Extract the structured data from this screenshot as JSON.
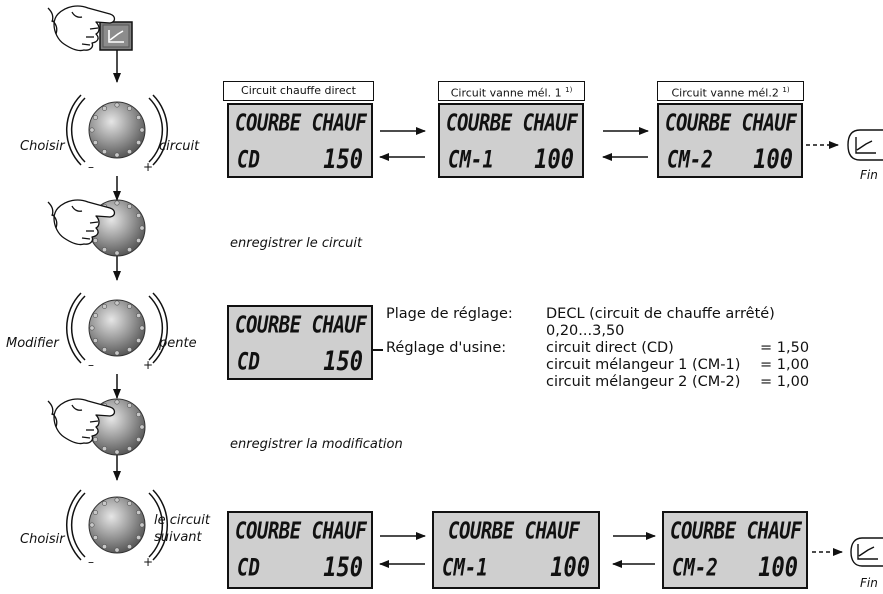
{
  "steps": {
    "choose_circuit_left": "Choisir",
    "choose_circuit_right": "circuit",
    "save_circuit": "enregistrer le circuit",
    "modify_left": "Modifier",
    "modify_right": "pente",
    "save_modification": "enregistrer la modification",
    "next_left": "Choisir",
    "next_right_1": "le circuit",
    "next_right_2": "suivant",
    "knob_minus": "–",
    "knob_plus": "+"
  },
  "circuits": [
    {
      "caption": "Circuit chauffe direct",
      "sup": "",
      "lcd_title": "COURBE CHAUF",
      "lcd_code": "CD",
      "lcd_value": "150"
    },
    {
      "caption": "Circuit vanne mél. 1",
      "sup": "1)",
      "lcd_title": "COURBE CHAUF",
      "lcd_code": "CM-1",
      "lcd_value": "100"
    },
    {
      "caption": "Circuit vanne mél.2",
      "sup": "1)",
      "lcd_title": "COURBE CHAUF",
      "lcd_code": "CM-2",
      "lcd_value": "100"
    }
  ],
  "modify_lcd": {
    "lcd_title": "COURBE CHAUF",
    "lcd_code": "CD",
    "lcd_value": "150"
  },
  "settings": {
    "range_label": "Plage de réglage:",
    "range_value_1": "DECL (circuit de chauffe arrêté)",
    "range_value_2": "0,20...3,50",
    "factory_label": "Réglage d'usine:",
    "factory_rows": [
      {
        "name": "circuit direct (CD)",
        "value": "= 1,50"
      },
      {
        "name": "circuit mélangeur 1 (CM-1)",
        "value": "= 1,00"
      },
      {
        "name": "circuit mélangeur 2 (CM-2)",
        "value": "= 1,00"
      }
    ]
  },
  "end_label": "Fin",
  "icons": [
    "pointing-hand-icon",
    "curve-button-icon",
    "rotary-knob-icon",
    "arrow-icon"
  ]
}
